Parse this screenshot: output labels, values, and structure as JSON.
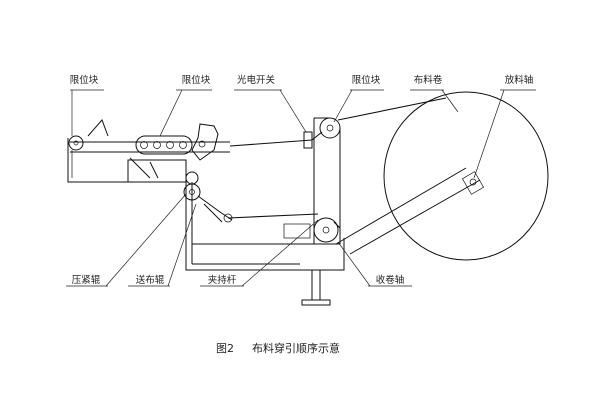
{
  "labels": {
    "limit_block_left": "限位块",
    "limit_block_mid": "限位块",
    "photoelectric_switch": "光电开关",
    "limit_block_right": "限位块",
    "fabric_roll": "布料卷",
    "unwind_shaft": "放料轴",
    "press_roller": "压紧辊",
    "feed_roller": "送布辊",
    "clamp_rod": "夹持杆",
    "winding_shaft": "收卷轴"
  },
  "caption": {
    "number": "图2",
    "text": "布料穿引顺序示意"
  }
}
